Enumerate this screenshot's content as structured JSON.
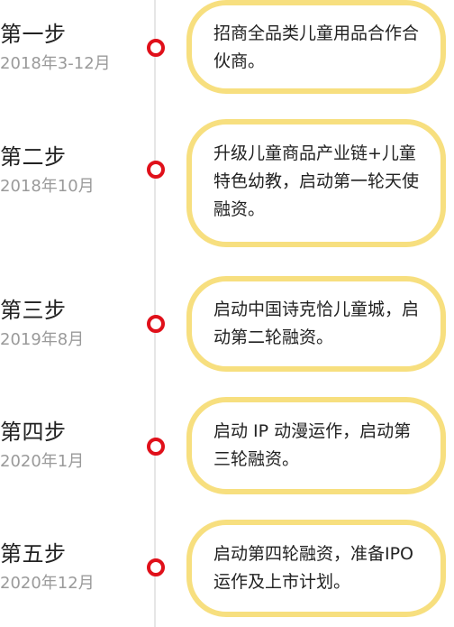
{
  "steps": [
    {
      "title": "第一步",
      "date": "2018年3-12月",
      "desc": "招商全品类儿童用品合作合伙商。"
    },
    {
      "title": "第二步",
      "date": "2018年10月",
      "desc": "升级儿童商品产业链+儿童特色幼教，启动第一轮天使融资。"
    },
    {
      "title": "第三步",
      "date": "2019年8月",
      "desc": "启动中国诗克恰儿童城，启动第二轮融资。"
    },
    {
      "title": "第四步",
      "date": "2020年1月",
      "desc": "启动 IP 动漫运作，启动第三轮融资。"
    },
    {
      "title": "第五步",
      "date": "2020年12月",
      "desc": "启动第四轮融资，准备IPO运作及上市计划。"
    }
  ],
  "colors": {
    "dot": "#e0101a",
    "bubble_border": "#f7df7f",
    "line": "#e6e6e6",
    "date": "#9a9a9a"
  }
}
